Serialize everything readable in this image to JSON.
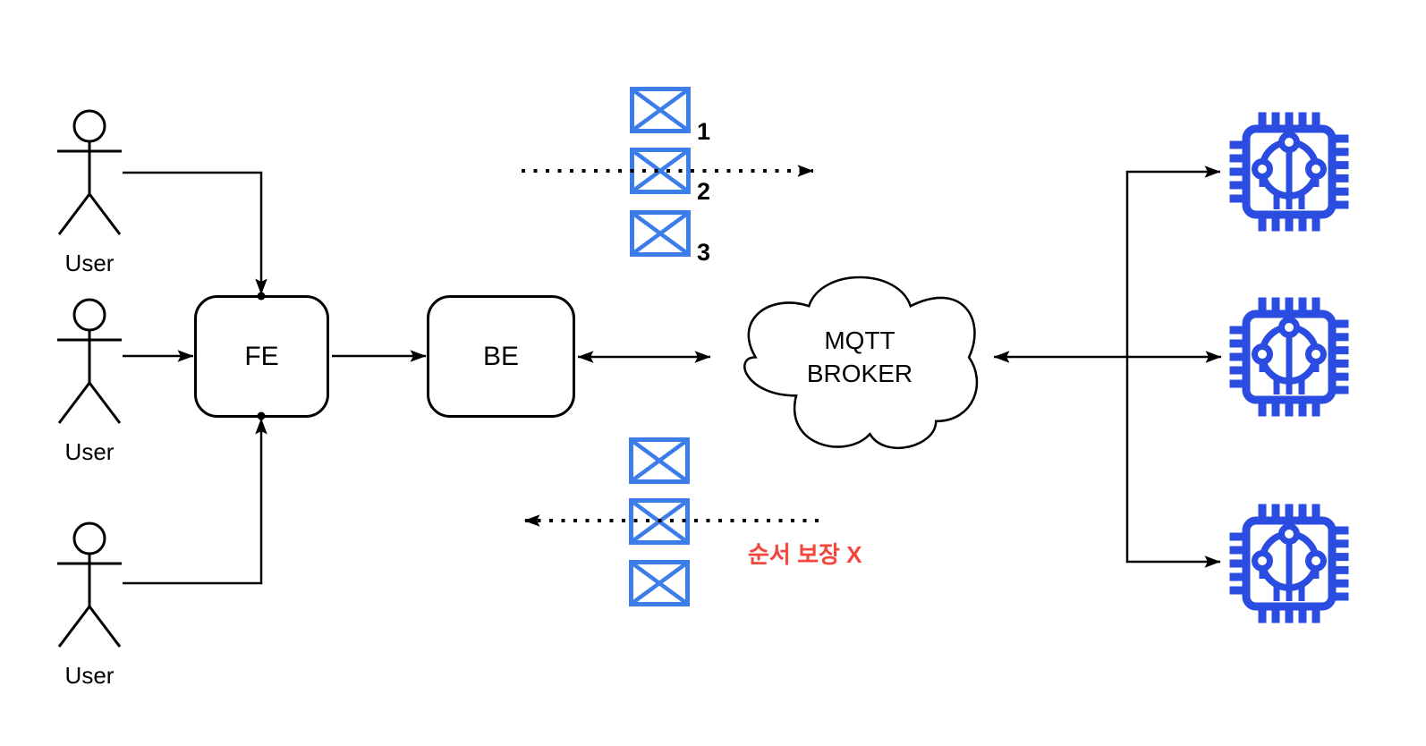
{
  "colors": {
    "line_black": "#000000",
    "envelope_blue": "#3d7de9",
    "chip_blue": "#2b4ce0",
    "annotation_red": "#f5463d",
    "background": "#ffffff"
  },
  "users": [
    {
      "label": "User"
    },
    {
      "label": "User"
    },
    {
      "label": "User"
    }
  ],
  "nodes": {
    "frontend": {
      "label": "FE"
    },
    "backend": {
      "label": "BE"
    },
    "broker": {
      "lines": [
        "MQTT",
        "BROKER"
      ]
    }
  },
  "publish_flow": {
    "icon": "envelope-icon",
    "direction": "left-to-right",
    "message_numbers": [
      "1",
      "2",
      "3"
    ]
  },
  "subscribe_flow": {
    "icon": "envelope-icon",
    "direction": "right-to-left",
    "message_count": 3,
    "annotation": "순서 보장 X"
  },
  "devices": {
    "icon": "chip-icon",
    "count": 3
  }
}
